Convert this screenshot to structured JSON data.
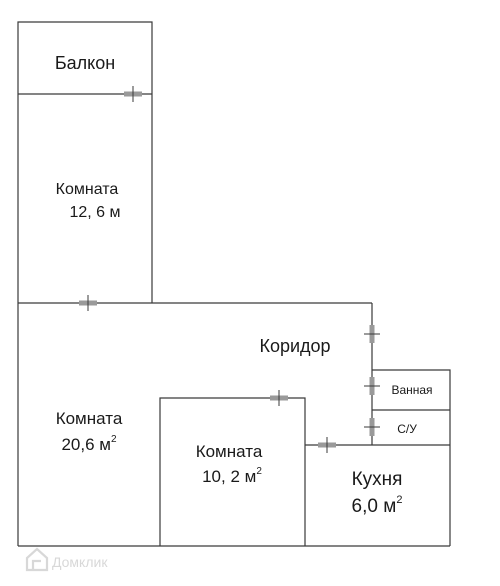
{
  "rooms": {
    "balcony": {
      "name": "Балкон"
    },
    "room_12": {
      "name": "Комната",
      "area": "12, 6 м"
    },
    "corridor": {
      "name": "Коридор"
    },
    "room_20": {
      "name": "Комната",
      "area_value": "20,6 м",
      "area_sup": "2"
    },
    "room_10": {
      "name": "Комната",
      "area_value": "10, 2 м",
      "area_sup": "2"
    },
    "bathroom": {
      "name": "Ванная"
    },
    "toilet": {
      "name": "С/У"
    },
    "kitchen": {
      "name": "Кухня",
      "area_value": "6,0 м",
      "area_sup": "2"
    }
  },
  "watermark": {
    "text": "Домклик",
    "icon": "domclick-logo-icon"
  },
  "colors": {
    "wall": "#3a3a3a",
    "door": "#9a9a9a",
    "text": "#1a1a1a",
    "watermark": "#d8d8d8"
  }
}
